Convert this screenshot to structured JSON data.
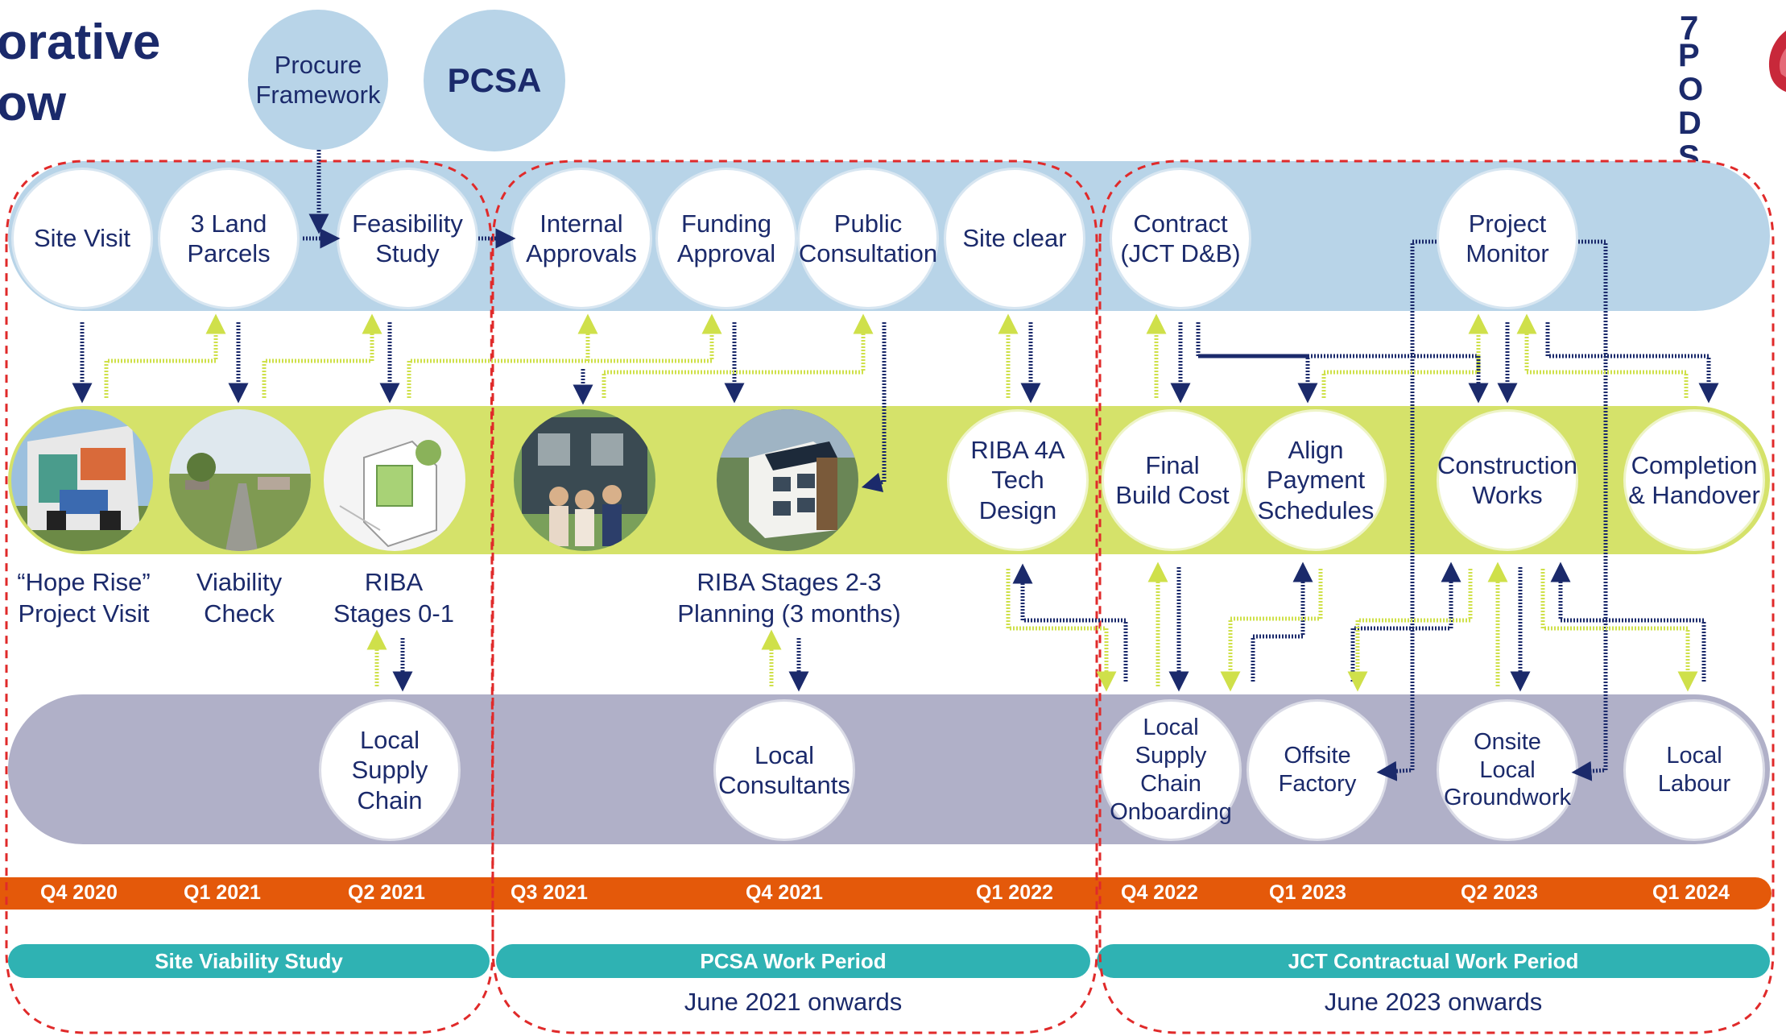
{
  "header": {
    "title_line1": "orative",
    "title_line2": "ow",
    "logo_text": "POD S",
    "logo_number": "7"
  },
  "top_bubbles": {
    "procure": "Procure\nFramework",
    "pcsa": "PCSA"
  },
  "top_row": [
    "Site Visit",
    "3 Land\nParcels",
    "Feasibility\nStudy",
    "Internal\nApprovals",
    "Funding\nApproval",
    "Public\nConsultation",
    "Site clear",
    "Contract\n(JCT D&B)",
    "Project\nMonitor"
  ],
  "middle_row": [
    "RIBA 4A\nTech Design",
    "Final\nBuild Cost",
    "Align\nPayment\nSchedules",
    "Construction\nWorks",
    "Completion\n& Handover"
  ],
  "middle_labels": [
    "“Hope Rise”\nProject Visit",
    "Viability\nCheck",
    "RIBA\nStages 0-1",
    "RIBA Stages 2-3\nPlanning (3 months)"
  ],
  "bottom_row": [
    "Local\nSupply\nChain",
    "Local\nConsultants",
    "Local\nSupply Chain\nOnboarding",
    "Offsite\nFactory",
    "Onsite\nLocal\nGroundwork",
    "Local\nLabour"
  ],
  "quarters": [
    "Q4 2020",
    "Q1 2021",
    "Q2 2021",
    "Q3 2021",
    "Q4 2021",
    "Q1 2022",
    "Q4 2022",
    "Q1 2023",
    "Q2 2023",
    "Q1 2024"
  ],
  "periods": [
    {
      "name": "Site Viability Study",
      "sub": ""
    },
    {
      "name": "PCSA Work Period",
      "sub": "June 2021 onwards"
    },
    {
      "name": "JCT Contractual Work Period",
      "sub": "June 2023 onwards"
    }
  ],
  "colors": {
    "navy": "#1b2a6b",
    "light_blue": "#b8d4e8",
    "lime": "#d5e26a",
    "lavender": "#b0b0c8",
    "orange": "#e4590a",
    "teal": "#2fb2b3",
    "red_dash": "#e02a2a"
  }
}
